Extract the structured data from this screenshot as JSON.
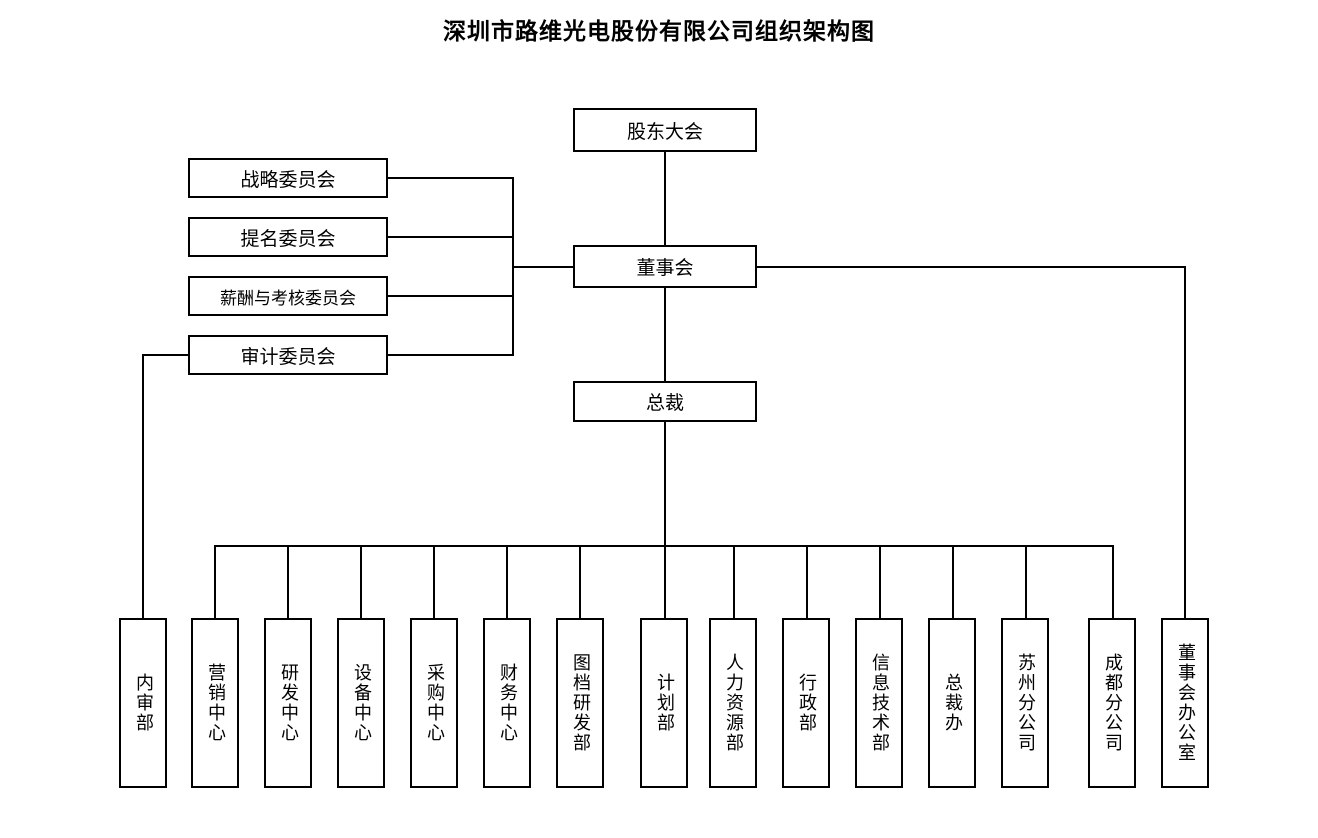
{
  "page": {
    "title": "深圳市路维光电股份有限公司组织架构图",
    "background_color": "#ffffff",
    "line_color": "#000000",
    "text_color": "#000000"
  },
  "chart_data": {
    "type": "diagram",
    "diagram_kind": "org-chart",
    "title": "深圳市路维光电股份有限公司组织架构图",
    "nodes": [
      {
        "id": "shareholders",
        "label": "股东大会",
        "level": 0,
        "orientation": "horizontal"
      },
      {
        "id": "board",
        "label": "董事会",
        "level": 1,
        "orientation": "horizontal"
      },
      {
        "id": "president",
        "label": "总裁",
        "level": 2,
        "orientation": "horizontal"
      },
      {
        "id": "strategy-committee",
        "label": "战略委员会",
        "level": 1,
        "orientation": "horizontal"
      },
      {
        "id": "nomination-committee",
        "label": "提名委员会",
        "level": 1,
        "orientation": "horizontal"
      },
      {
        "id": "compensation-committee",
        "label": "薪酬与考核委员会",
        "level": 1,
        "orientation": "horizontal"
      },
      {
        "id": "audit-committee",
        "label": "审计委员会",
        "level": 1,
        "orientation": "horizontal"
      },
      {
        "id": "internal-audit",
        "label": "内审部",
        "level": 3,
        "orientation": "vertical"
      },
      {
        "id": "marketing-center",
        "label": "营销中心",
        "level": 3,
        "orientation": "vertical"
      },
      {
        "id": "rd-center",
        "label": "研发中心",
        "level": 3,
        "orientation": "vertical"
      },
      {
        "id": "equipment-center",
        "label": "设备中心",
        "level": 3,
        "orientation": "vertical"
      },
      {
        "id": "procurement-center",
        "label": "采购中心",
        "level": 3,
        "orientation": "vertical"
      },
      {
        "id": "finance-center",
        "label": "财务中心",
        "level": 3,
        "orientation": "vertical"
      },
      {
        "id": "drawing-rd-dept",
        "label": "图档研发部",
        "level": 3,
        "orientation": "vertical"
      },
      {
        "id": "planning-dept",
        "label": "计划部",
        "level": 3,
        "orientation": "vertical"
      },
      {
        "id": "hr-dept",
        "label": "人力资源部",
        "level": 3,
        "orientation": "vertical"
      },
      {
        "id": "admin-dept",
        "label": "行政部",
        "level": 3,
        "orientation": "vertical"
      },
      {
        "id": "it-dept",
        "label": "信息技术部",
        "level": 3,
        "orientation": "vertical"
      },
      {
        "id": "president-office",
        "label": "总裁办",
        "level": 3,
        "orientation": "vertical"
      },
      {
        "id": "suzhou-branch",
        "label": "苏州分公司",
        "level": 3,
        "orientation": "vertical"
      },
      {
        "id": "chengdu-branch",
        "label": "成都分公司",
        "level": 3,
        "orientation": "vertical"
      },
      {
        "id": "board-office",
        "label": "董事会办公室",
        "level": 3,
        "orientation": "vertical"
      }
    ],
    "edges": [
      {
        "from": "shareholders",
        "to": "board"
      },
      {
        "from": "board",
        "to": "president"
      },
      {
        "from": "board",
        "to": "strategy-committee"
      },
      {
        "from": "board",
        "to": "nomination-committee"
      },
      {
        "from": "board",
        "to": "compensation-committee"
      },
      {
        "from": "board",
        "to": "audit-committee"
      },
      {
        "from": "audit-committee",
        "to": "internal-audit"
      },
      {
        "from": "board",
        "to": "board-office"
      },
      {
        "from": "president",
        "to": "marketing-center"
      },
      {
        "from": "president",
        "to": "rd-center"
      },
      {
        "from": "president",
        "to": "equipment-center"
      },
      {
        "from": "president",
        "to": "procurement-center"
      },
      {
        "from": "president",
        "to": "finance-center"
      },
      {
        "from": "president",
        "to": "drawing-rd-dept"
      },
      {
        "from": "president",
        "to": "planning-dept"
      },
      {
        "from": "president",
        "to": "hr-dept"
      },
      {
        "from": "president",
        "to": "admin-dept"
      },
      {
        "from": "president",
        "to": "it-dept"
      },
      {
        "from": "president",
        "to": "president-office"
      },
      {
        "from": "president",
        "to": "suzhou-branch"
      },
      {
        "from": "president",
        "to": "chengdu-branch"
      }
    ]
  },
  "top": {
    "shareholders": "股东大会",
    "board": "董事会",
    "president": "总裁"
  },
  "committees": [
    {
      "label": "战略委员会"
    },
    {
      "label": "提名委员会"
    },
    {
      "label": "薪酬与考核委员会"
    },
    {
      "label": "审计委员会"
    }
  ],
  "departments": [
    {
      "label": "内审部"
    },
    {
      "label": "营销中心"
    },
    {
      "label": "研发中心"
    },
    {
      "label": "设备中心"
    },
    {
      "label": "采购中心"
    },
    {
      "label": "财务中心"
    },
    {
      "label": "图档研发部"
    },
    {
      "label": "计划部"
    },
    {
      "label": "人力资源部"
    },
    {
      "label": "行政部"
    },
    {
      "label": "信息技术部"
    },
    {
      "label": "总裁办"
    },
    {
      "label": "苏州分公司"
    },
    {
      "label": "成都分公司"
    },
    {
      "label": "董事会办公室"
    }
  ]
}
